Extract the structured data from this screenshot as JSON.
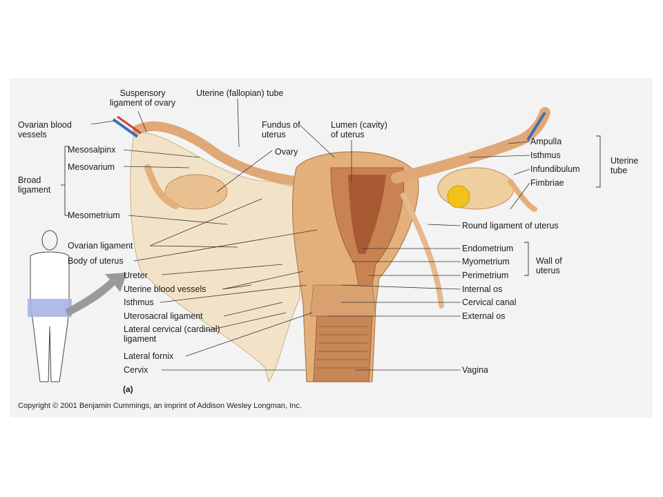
{
  "labels": {
    "suspensory": "Suspensory ligament of ovary",
    "uterine_tube_top": "Uterine (fallopian) tube",
    "ovarian_vessels": "Ovarian blood vessels",
    "fundus": "Fundus of uterus",
    "lumen": "Lumen (cavity) of uterus",
    "mesosalpinx": "Mesosalpinx",
    "ovary": "Ovary",
    "mesovarium": "Mesovarium",
    "broad_ligament": "Broad ligament",
    "mesometrium": "Mesometrium",
    "ovarian_ligament": "Ovarian ligament",
    "body_uterus": "Body of uterus",
    "ureter": "Ureter",
    "uterine_vessels": "Uterine blood vessels",
    "isthmus_left": "Isthmus",
    "uterosacral": "Uterosacral ligament",
    "lateral_cervical": "Lateral cervical (cardinal) ligament",
    "lateral_fornix": "Lateral fornix",
    "cervix": "Cervix",
    "ampulla": "Ampulla",
    "isthmus_right": "Isthmus",
    "infundibulum": "Infundibulum",
    "fimbriae": "Fimbriae",
    "uterine_tube_group": "Uterine tube",
    "round_ligament": "Round ligament of uterus",
    "endometrium": "Endometrium",
    "myometrium": "Myometrium",
    "perimetrium": "Perimetrium",
    "wall_group": "Wall of uterus",
    "internal_os": "Internal os",
    "cervical_canal": "Cervical canal",
    "external_os": "External os",
    "vagina": "Vagina"
  },
  "panel_tag": "(a)",
  "copyright": "Copyright © 2001 Benjamin Cummings, an imprint of Addison Wesley Longman, Inc.",
  "colors": {
    "background": "#f3f3f3",
    "uterus_outer": "#e3b07c",
    "uterus_inner": "#c98353",
    "ligament": "#f2e3c8",
    "vessel_blue": "#3a6fb3",
    "vessel_red": "#c8412f",
    "pelvis_highlight": "#a8b4e6"
  }
}
